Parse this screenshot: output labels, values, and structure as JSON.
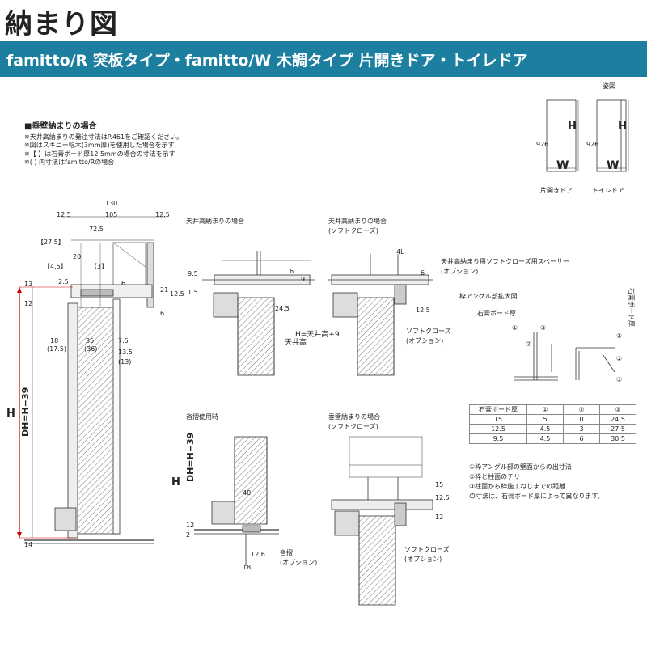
{
  "header": {
    "title": "納まり図",
    "subtitle": "famitto/R 突板タイプ・famitto/W 木調タイプ 片開きドア・トイレドア"
  },
  "notes": {
    "heading": "■垂壁納まりの場合",
    "lines": [
      "※天井高納まりの発注寸法はP.461をご確認ください。",
      "※図はスキニー幅木(3mm厚)を使用した場合を示す",
      "※【 】は石膏ボード厚12.5mmの場合の寸法を示す",
      "※( ) 内寸法はfamitto/Rの場合"
    ]
  },
  "elevation": {
    "caption": "姿図",
    "label_single": "片開きドア",
    "label_toilet": "トイレドア",
    "dim_h": "H",
    "dim_w": "W",
    "dim_926": "926"
  },
  "main_section": {
    "d130": "130",
    "d12_5a": "12.5",
    "d105": "105",
    "d12_5b": "12.5",
    "d72_5": "72.5",
    "d27_5": "【27.5】",
    "d20": "20",
    "d4_5": "【4.5】",
    "d3": "【3】",
    "d2_5": "2.5",
    "d6": "6",
    "d13": "13",
    "d12": "12",
    "d21": "21",
    "d12_5c": "12.5",
    "d6b": "6",
    "d18": "18",
    "d17_5": "(17.5)",
    "d35": "35",
    "d36": "(36)",
    "d7_5": "7.5",
    "d13_5": "13.5",
    "d13p": "(13)",
    "H": "H",
    "DH": "DH=H−39",
    "d14": "14"
  },
  "ceiling_section": {
    "caption": "天井高納まりの場合",
    "d9_5": "9.5",
    "d1_5": "1.5",
    "d6": "6",
    "d9": "9",
    "d24_5": "24.5",
    "label_ceiling": "天井高",
    "label_h": "H=天井高+9"
  },
  "soft_close_section": {
    "caption1": "天井高納まりの場合",
    "caption2": "(ソフトクローズ)",
    "d4": "4L",
    "d6": "6",
    "d12_5": "12.5",
    "spacer": "天井高納まり用ソフトクローズ用スペーサー",
    "spacer_opt": "(オプション)",
    "softclose": "ソフトクローズ",
    "softclose_opt": "(オプション)"
  },
  "angle_detail": {
    "caption": "枠アングル部拡大図",
    "board": "石膏ボード厚",
    "board_v": "石膏ボード厚",
    "n1": "①",
    "n2": "②",
    "n3": "③"
  },
  "board_table": {
    "headers": [
      "石膏ボード厚",
      "①",
      "②",
      "③"
    ],
    "rows": [
      [
        "15",
        "5",
        "0",
        "24.5"
      ],
      [
        "12.5",
        "4.5",
        "3",
        "27.5"
      ],
      [
        "9.5",
        "4.5",
        "6",
        "30.5"
      ]
    ]
  },
  "explanation": {
    "lines": [
      "①枠アングル部の壁面からの出寸法",
      "②枠と柱面のチリ",
      "③柱面から枠施工ねじまでの距離",
      "の寸法は、石膏ボード厚によって異なります。"
    ]
  },
  "sill_section": {
    "caption": "沓摺使用時",
    "H": "H",
    "DH": "DH=H−39",
    "d40": "40",
    "d2": "2",
    "d12": "12",
    "d12_6": "12.6",
    "d18": "18",
    "sill": "沓摺",
    "sill_opt": "(オプション)"
  },
  "wall_soft_section": {
    "caption1": "垂壁納まりの場合",
    "caption2": "(ソフトクローズ)",
    "d15": "15",
    "d12_5": "12.5",
    "d12": "12",
    "softclose": "ソフトクローズ",
    "softclose_opt": "(オプション)"
  }
}
